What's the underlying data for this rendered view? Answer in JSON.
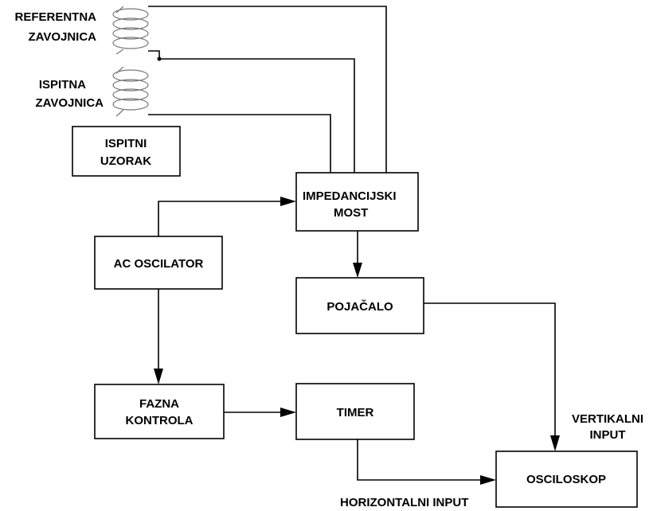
{
  "coils": {
    "reference": [
      "REFERENTNA",
      "ZAVOJNICA"
    ],
    "test": [
      "ISPITNA",
      "ZAVOJNICA"
    ]
  },
  "blocks": {
    "test_sample": [
      "ISPITNI",
      "UZORAK"
    ],
    "impedance_bridge": [
      "IMPEDANCIJSKI",
      "MOST"
    ],
    "ac_oscillator": [
      "AC OSCILATOR"
    ],
    "amplifier": [
      "POJAČALO"
    ],
    "phase_control": [
      "FAZNA",
      "KONTROLA"
    ],
    "timer": [
      "TIMER"
    ],
    "oscilloscope": [
      "OSCILOSKOP"
    ]
  },
  "signals": {
    "vertical_input": [
      "VERTIKALNI",
      "INPUT"
    ],
    "horizontal_input": [
      "HORIZONTALNI INPUT"
    ]
  },
  "colors": {
    "line": "#000000",
    "coil": "#777777",
    "background": "#ffffff"
  }
}
